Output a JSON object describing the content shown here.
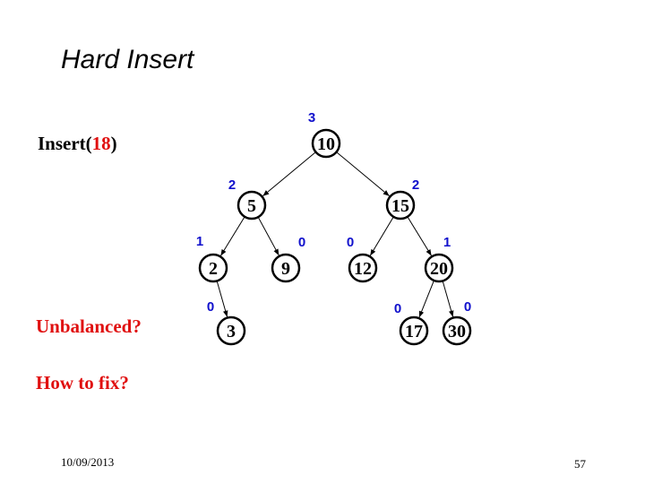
{
  "title": "Hard Insert",
  "insert": {
    "prefix": "Insert(",
    "value": "18",
    "suffix": ")"
  },
  "questions": [
    "Unbalanced?",
    "How to fix?"
  ],
  "footer": {
    "date": "10/09/2013",
    "page": "57"
  },
  "colors": {
    "highlight": "#e01010",
    "height": "#1010cc",
    "node_stroke": "#000000",
    "edge": "#000000"
  },
  "tree": {
    "nodes": [
      {
        "id": "n10",
        "key": "10",
        "height": "3"
      },
      {
        "id": "n5",
        "key": "5",
        "height": "2"
      },
      {
        "id": "n15",
        "key": "15",
        "height": "2"
      },
      {
        "id": "n2",
        "key": "2",
        "height": "1"
      },
      {
        "id": "n9",
        "key": "9",
        "height": "0"
      },
      {
        "id": "n12",
        "key": "12",
        "height": "0"
      },
      {
        "id": "n20",
        "key": "20",
        "height": "1"
      },
      {
        "id": "n3",
        "key": "3",
        "height": "0"
      },
      {
        "id": "n17",
        "key": "17",
        "height": "0"
      },
      {
        "id": "n30",
        "key": "30",
        "height": "0"
      }
    ],
    "edges": [
      [
        "n10",
        "n5"
      ],
      [
        "n10",
        "n15"
      ],
      [
        "n5",
        "n2"
      ],
      [
        "n5",
        "n9"
      ],
      [
        "n15",
        "n12"
      ],
      [
        "n15",
        "n20"
      ],
      [
        "n2",
        "n3"
      ],
      [
        "n20",
        "n17"
      ],
      [
        "n20",
        "n30"
      ]
    ]
  }
}
